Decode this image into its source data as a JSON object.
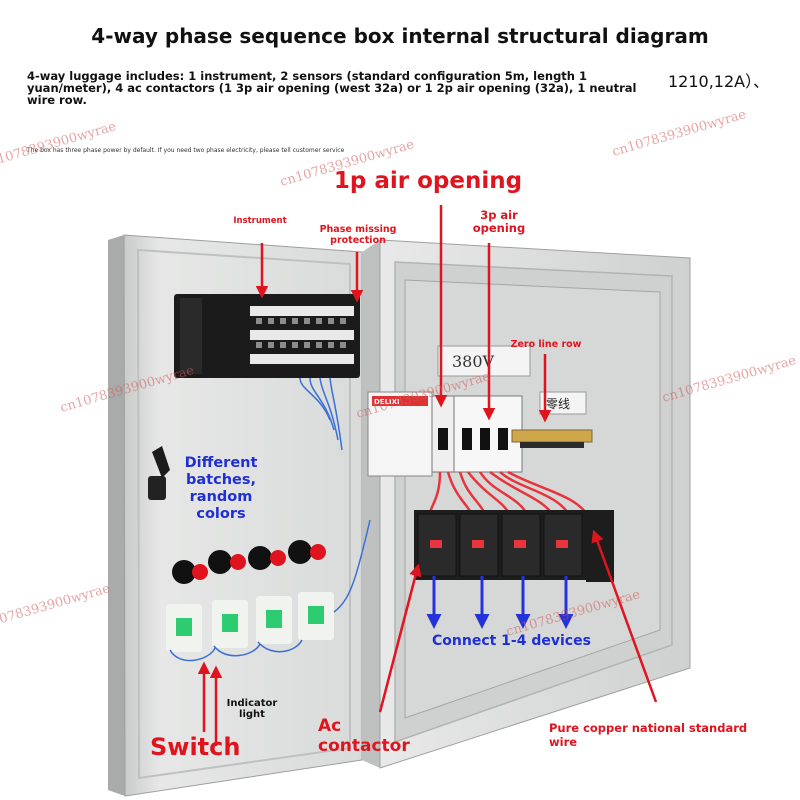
{
  "title": "4-way phase sequence box internal structural diagram",
  "description": "4-way luggage includes: 1 instrument, 2 sensors (standard configuration 5m, length 1 yuan/meter), 4 ac contactors (1 3p air opening (west 32a) or 1 2p air opening (32a), 1 neutral wire row.",
  "spec": "1210,12A）、",
  "note": "The box has three phase power by default. If you need two phase electricity, please tell customer service",
  "watermark": "cn1078393900wyrae",
  "labels": {
    "instrument": "Instrument",
    "phase_missing": "Phase missing protection",
    "air_1p": "1p air opening",
    "air_3p": "3p air opening",
    "zero_line_row": "Zero line row",
    "batches": "Different batches, random colors",
    "connect": "Connect 1-4 devices",
    "indicator": "Indicator light",
    "switch": "Switch",
    "ac_contactor": "Ac contactor",
    "copper_wire": "Pure copper national standard wire"
  },
  "panel_text": {
    "voltage": "380V",
    "zero_line_cn": "零线",
    "brand": "DELIXI"
  },
  "colors": {
    "label_red": "#e0141e",
    "label_blue": "#1f2fd6",
    "arrow_blue": "#2433d8",
    "cabinet": "#dfe1e0",
    "wire_red": "#e8343c"
  }
}
